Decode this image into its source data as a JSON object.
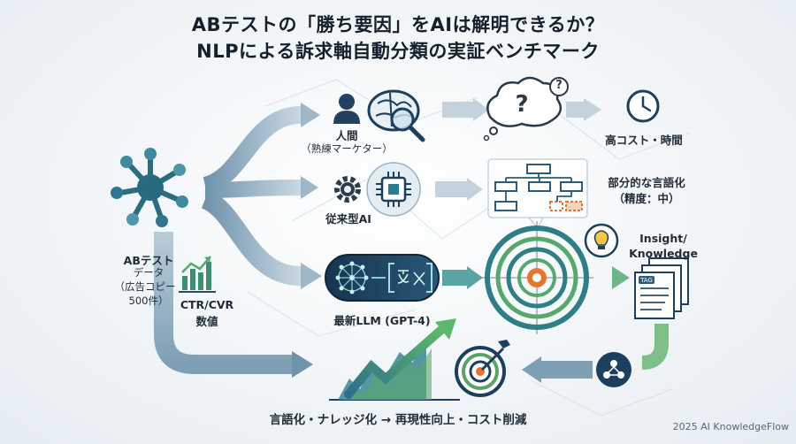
{
  "title": {
    "line1": "ABテストの「勝ち要因」をAIは解明できるか？",
    "line2": "NLPによる訴求軸自動分類の実証ベンチマーク"
  },
  "source": {
    "line1": "ABテスト",
    "line2": "データ",
    "line3": "（広告コピー",
    "line4": "500件）",
    "metrics1": "CTR/CVR",
    "metrics2": "数値"
  },
  "human": {
    "line1": "人間",
    "line2": "（熟練マーケター）",
    "result": "高コスト・時間"
  },
  "classic_ai": {
    "label": "従来型AI",
    "result1": "部分的な言語化",
    "result2": "（精度：中）"
  },
  "llm": {
    "label": "最新LLM (GPT-4)",
    "result1": "Insight/",
    "result2": "Knowledge",
    "tag_label": "TAG"
  },
  "question_mark": "?",
  "bottom": {
    "conclusion": "言語化・ナレッジ化 → 再現性向上・コスト削減"
  },
  "footer": "2025 AI KnowledgeFlow",
  "colors": {
    "navy": "#1d3f5e",
    "teal": "#3c8f94",
    "green": "#4ba35f",
    "orange": "#e8742f",
    "arrow": "#a9bfcc"
  }
}
